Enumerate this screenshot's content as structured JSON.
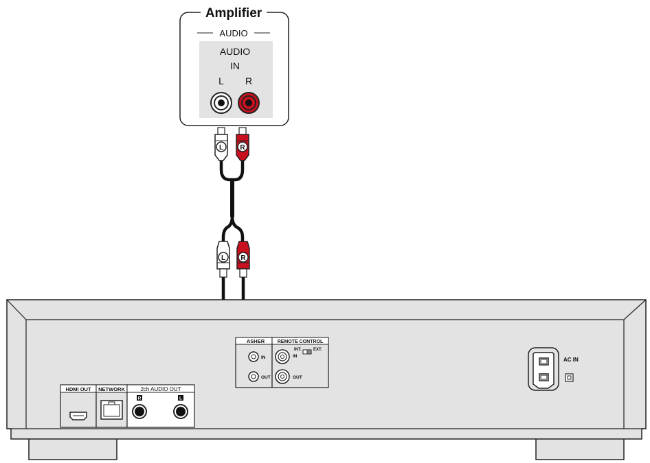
{
  "amplifier": {
    "title": "Amplifier",
    "group_label": "AUDIO",
    "input_label_line1": "AUDIO",
    "input_label_line2": "IN",
    "left_label": "L",
    "right_label": "R"
  },
  "cable": {
    "left_plug_letter": "L",
    "right_plug_letter": "R"
  },
  "player": {
    "hdmi_out": "HDMI OUT",
    "network": "NETWORK",
    "audio_out": "2ch AUDIO OUT",
    "audio_out_r": "R",
    "audio_out_l": "L",
    "flasher": "ASHER",
    "flasher_in": "IN",
    "flasher_out": "OUT",
    "remote_control": "REMOTE CONTROL",
    "remote_int": "INT.",
    "remote_ext": "EXT.",
    "remote_in": "IN",
    "remote_out": "OUT",
    "ac_in": "AC IN"
  },
  "colors": {
    "red_plug": "#c8101e",
    "white_plug": "#ffffff",
    "panel": "#e3e3e3",
    "cable": "#111111"
  }
}
